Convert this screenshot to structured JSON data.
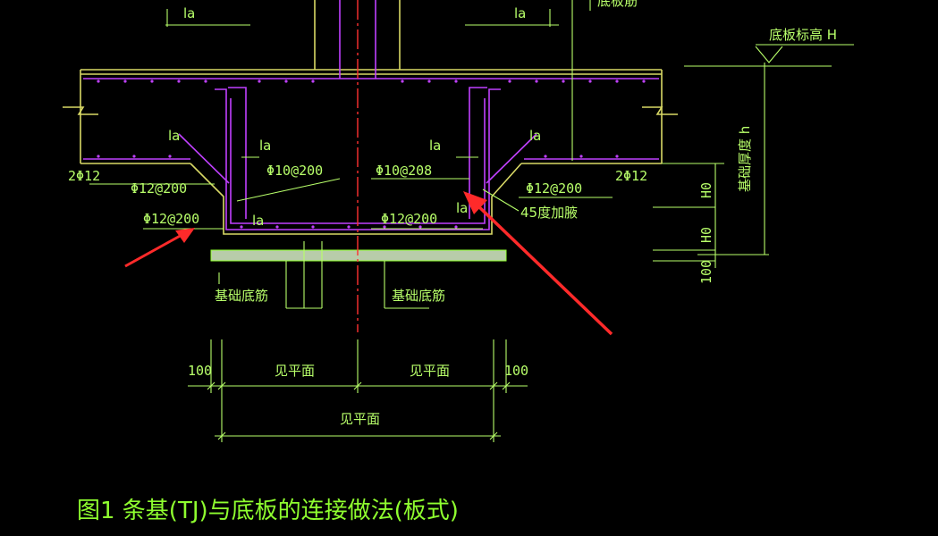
{
  "colors": {
    "background": "#000000",
    "concrete_line": "#d9d966",
    "rebar": "#c040ff",
    "annotation": "#b8ff6a",
    "green_text": "#8fff2f",
    "centerline": "#ff3030",
    "arrow": "#ff2a2a",
    "cushion": "#d8f0c8"
  },
  "labels": {
    "elevation": "底板标高 H",
    "thickness": "基础厚度 h",
    "la": "la",
    "bar_2phi12": "2Φ12",
    "bar_phi12_200": "Φ12@200",
    "bar_phi10_200": "Φ10@200",
    "bar_phi10_208": "Φ10@208",
    "haunch": "45度加腋",
    "base_rebar": "基础底筋",
    "dim_100": "100",
    "see_plan": "见平面",
    "h0": "H0",
    "top_partial": "底板筋"
  },
  "title": "图1  条基(TJ)与底板的连接做法(板式)"
}
